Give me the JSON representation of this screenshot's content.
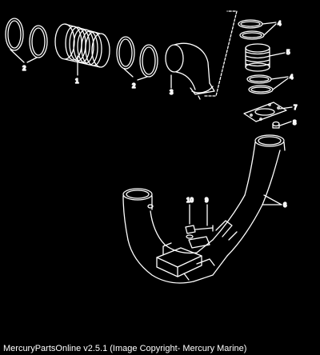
{
  "footer": {
    "caption": "MercuryPartsOnline v2.5.1 (Image Copyright- Mercury Marine)"
  },
  "callouts": [
    "1",
    "2",
    "2",
    "3",
    "4",
    "5",
    "4",
    "7",
    "8",
    "6",
    "10",
    "9"
  ],
  "colors": {
    "background": "#000000",
    "linework": "#ffffff"
  }
}
